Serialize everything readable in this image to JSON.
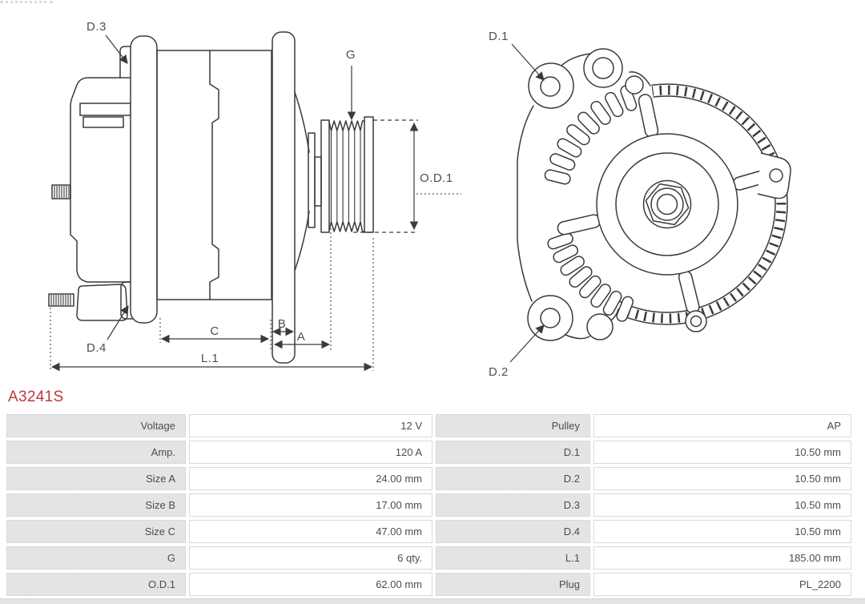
{
  "page": {
    "background": "#ffffff",
    "accent_red": "#c5343c",
    "line_color": "#3a3a3a"
  },
  "part_number": "A3241S",
  "diagram": {
    "side_view": {
      "labels": {
        "d3": "D.3",
        "d4": "D.4",
        "g": "G",
        "od1": "O.D.1",
        "a": "A",
        "b": "B",
        "c": "C",
        "l1": "L.1"
      }
    },
    "rear_view": {
      "labels": {
        "d1": "D.1",
        "d2": "D.2"
      }
    }
  },
  "spec_table": {
    "rows": [
      {
        "label_left": "Voltage",
        "value_left": "12 V",
        "label_right": "Pulley",
        "value_right": "AP"
      },
      {
        "label_left": "Amp.",
        "value_left": "120 A",
        "label_right": "D.1",
        "value_right": "10.50 mm"
      },
      {
        "label_left": "Size A",
        "value_left": "24.00 mm",
        "label_right": "D.2",
        "value_right": "10.50 mm"
      },
      {
        "label_left": "Size B",
        "value_left": "17.00 mm",
        "label_right": "D.3",
        "value_right": "10.50 mm"
      },
      {
        "label_left": "Size C",
        "value_left": "47.00 mm",
        "label_right": "D.4",
        "value_right": "10.50 mm"
      },
      {
        "label_left": "G",
        "value_left": "6 qty.",
        "label_right": "L.1",
        "value_right": "185.00 mm"
      },
      {
        "label_left": "O.D.1",
        "value_left": "62.00 mm",
        "label_right": "Plug",
        "value_right": "PL_2200"
      }
    ]
  }
}
